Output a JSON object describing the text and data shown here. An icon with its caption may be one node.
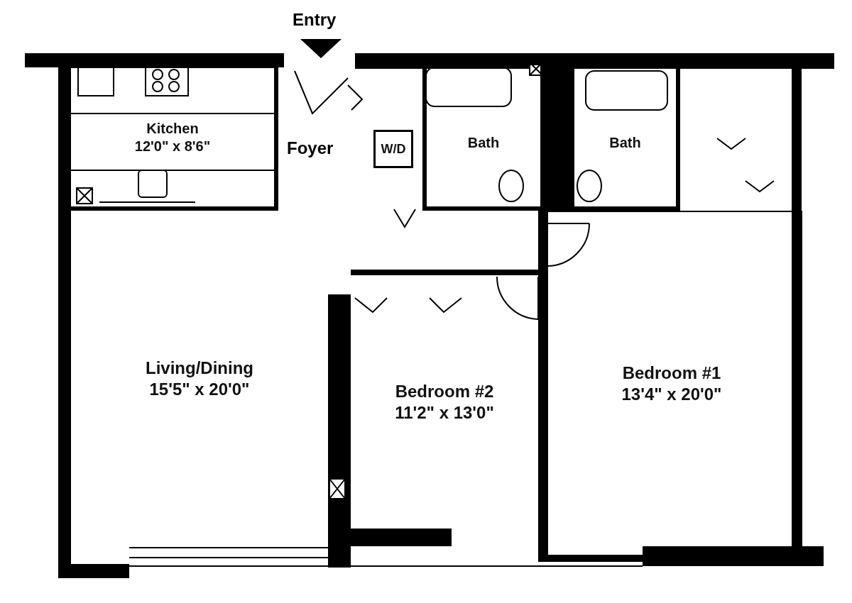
{
  "diagram": {
    "nodes": [
      {
        "text": [
          "Kitchen",
          "12'0\" x 8'6\""
        ]
      },
      {
        "text": [
          "W/D"
        ]
      },
      {
        "text": [
          "Bath"
        ]
      },
      {
        "text": [
          "Bath"
        ]
      },
      {
        "text": [
          "Living/Dining",
          "15'5\" x 20'0\""
        ]
      },
      {
        "text": [
          "Bedroom #2",
          "11'2\" x 13'0\""
        ]
      },
      {
        "text": [
          "Bedroom #1",
          "13'4\" x 20'0\""
        ]
      }
    ],
    "labels": [
      "Entry",
      "Foyer"
    ]
  }
}
